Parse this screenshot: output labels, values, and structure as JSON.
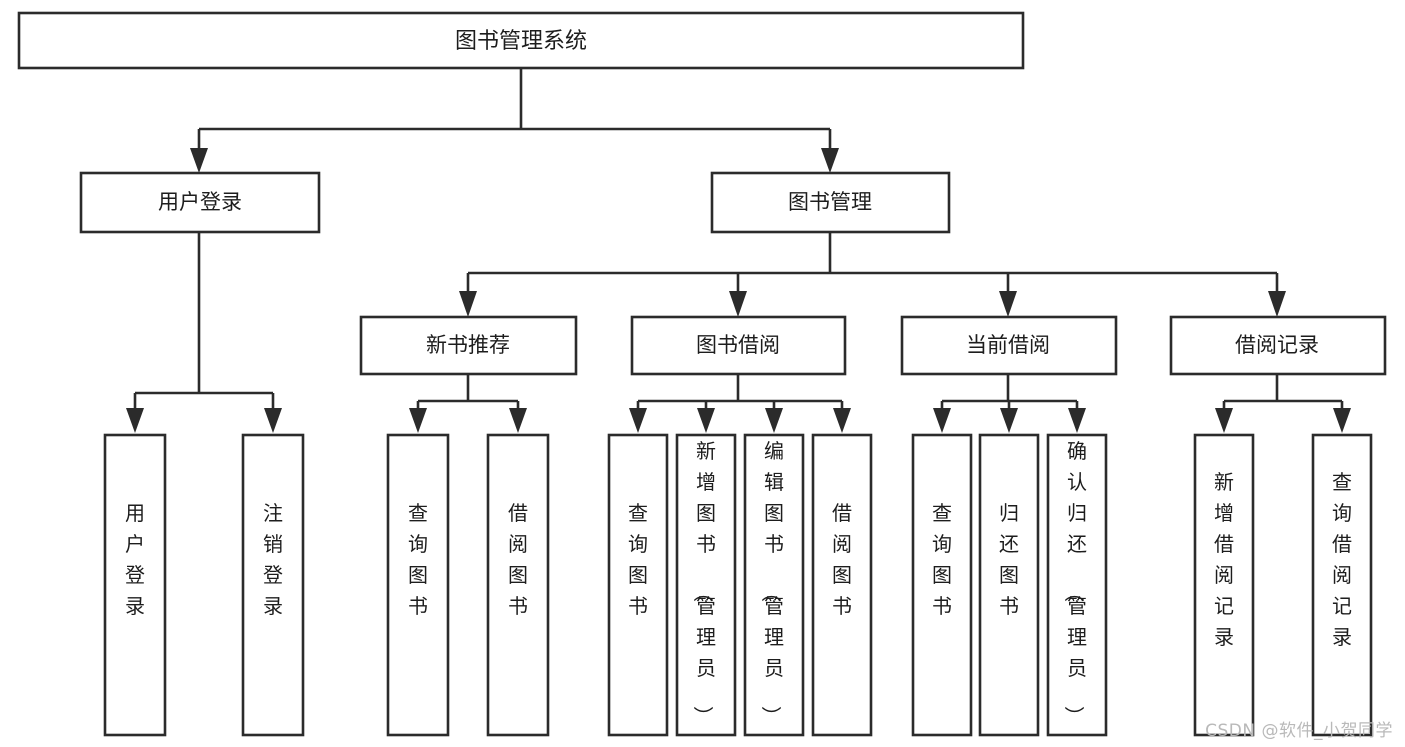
{
  "diagram": {
    "type": "tree-hierarchy",
    "title": "图书管理系统",
    "watermark": "CSDN @软件_小贺同学",
    "colors": {
      "stroke": "#2b2b2b",
      "fill": "#ffffff",
      "text": "#1d1d1d",
      "watermark": "#b9b9b9",
      "background": "#ffffff"
    },
    "levels": [
      {
        "level": 0,
        "nodes": [
          {
            "id": "root",
            "label": "图书管理系统",
            "orientation": "horizontal"
          }
        ]
      },
      {
        "level": 1,
        "nodes": [
          {
            "id": "user-login",
            "label": "用户登录",
            "orientation": "horizontal",
            "parent": "root"
          },
          {
            "id": "book-manage",
            "label": "图书管理",
            "orientation": "horizontal",
            "parent": "root"
          }
        ]
      },
      {
        "level": 2,
        "nodes": [
          {
            "id": "new-book-rec",
            "label": "新书推荐",
            "orientation": "horizontal",
            "parent": "book-manage"
          },
          {
            "id": "book-borrow",
            "label": "图书借阅",
            "orientation": "horizontal",
            "parent": "book-manage"
          },
          {
            "id": "current-borrow",
            "label": "当前借阅",
            "orientation": "horizontal",
            "parent": "book-manage"
          },
          {
            "id": "borrow-record",
            "label": "借阅记录",
            "orientation": "horizontal",
            "parent": "book-manage"
          }
        ]
      },
      {
        "level": 3,
        "nodes": [
          {
            "id": "leaf-user-login",
            "label": "用户登录",
            "orientation": "vertical",
            "parent": "user-login"
          },
          {
            "id": "leaf-logout",
            "label": "注销登录",
            "orientation": "vertical",
            "parent": "user-login"
          },
          {
            "id": "leaf-query-book-1",
            "label": "查询图书",
            "orientation": "vertical",
            "parent": "new-book-rec"
          },
          {
            "id": "leaf-borrow-book-1",
            "label": "借阅图书",
            "orientation": "vertical",
            "parent": "new-book-rec"
          },
          {
            "id": "leaf-query-book-2",
            "label": "查询图书",
            "orientation": "vertical",
            "parent": "book-borrow"
          },
          {
            "id": "leaf-add-book",
            "label": "新增图书（管理员）",
            "orientation": "vertical",
            "parent": "book-borrow"
          },
          {
            "id": "leaf-edit-book",
            "label": "编辑图书（管理员）",
            "orientation": "vertical",
            "parent": "book-borrow"
          },
          {
            "id": "leaf-borrow-book-2",
            "label": "借阅图书",
            "orientation": "vertical",
            "parent": "book-borrow"
          },
          {
            "id": "leaf-query-book-3",
            "label": "查询图书",
            "orientation": "vertical",
            "parent": "current-borrow"
          },
          {
            "id": "leaf-return-book",
            "label": "归还图书",
            "orientation": "vertical",
            "parent": "current-borrow"
          },
          {
            "id": "leaf-confirm-return",
            "label": "确认归还（管理员）",
            "orientation": "vertical",
            "parent": "current-borrow"
          },
          {
            "id": "leaf-add-record",
            "label": "新增借阅记录",
            "orientation": "vertical",
            "parent": "borrow-record"
          },
          {
            "id": "leaf-query-record",
            "label": "查询借阅记录",
            "orientation": "vertical",
            "parent": "borrow-record"
          }
        ]
      }
    ]
  }
}
